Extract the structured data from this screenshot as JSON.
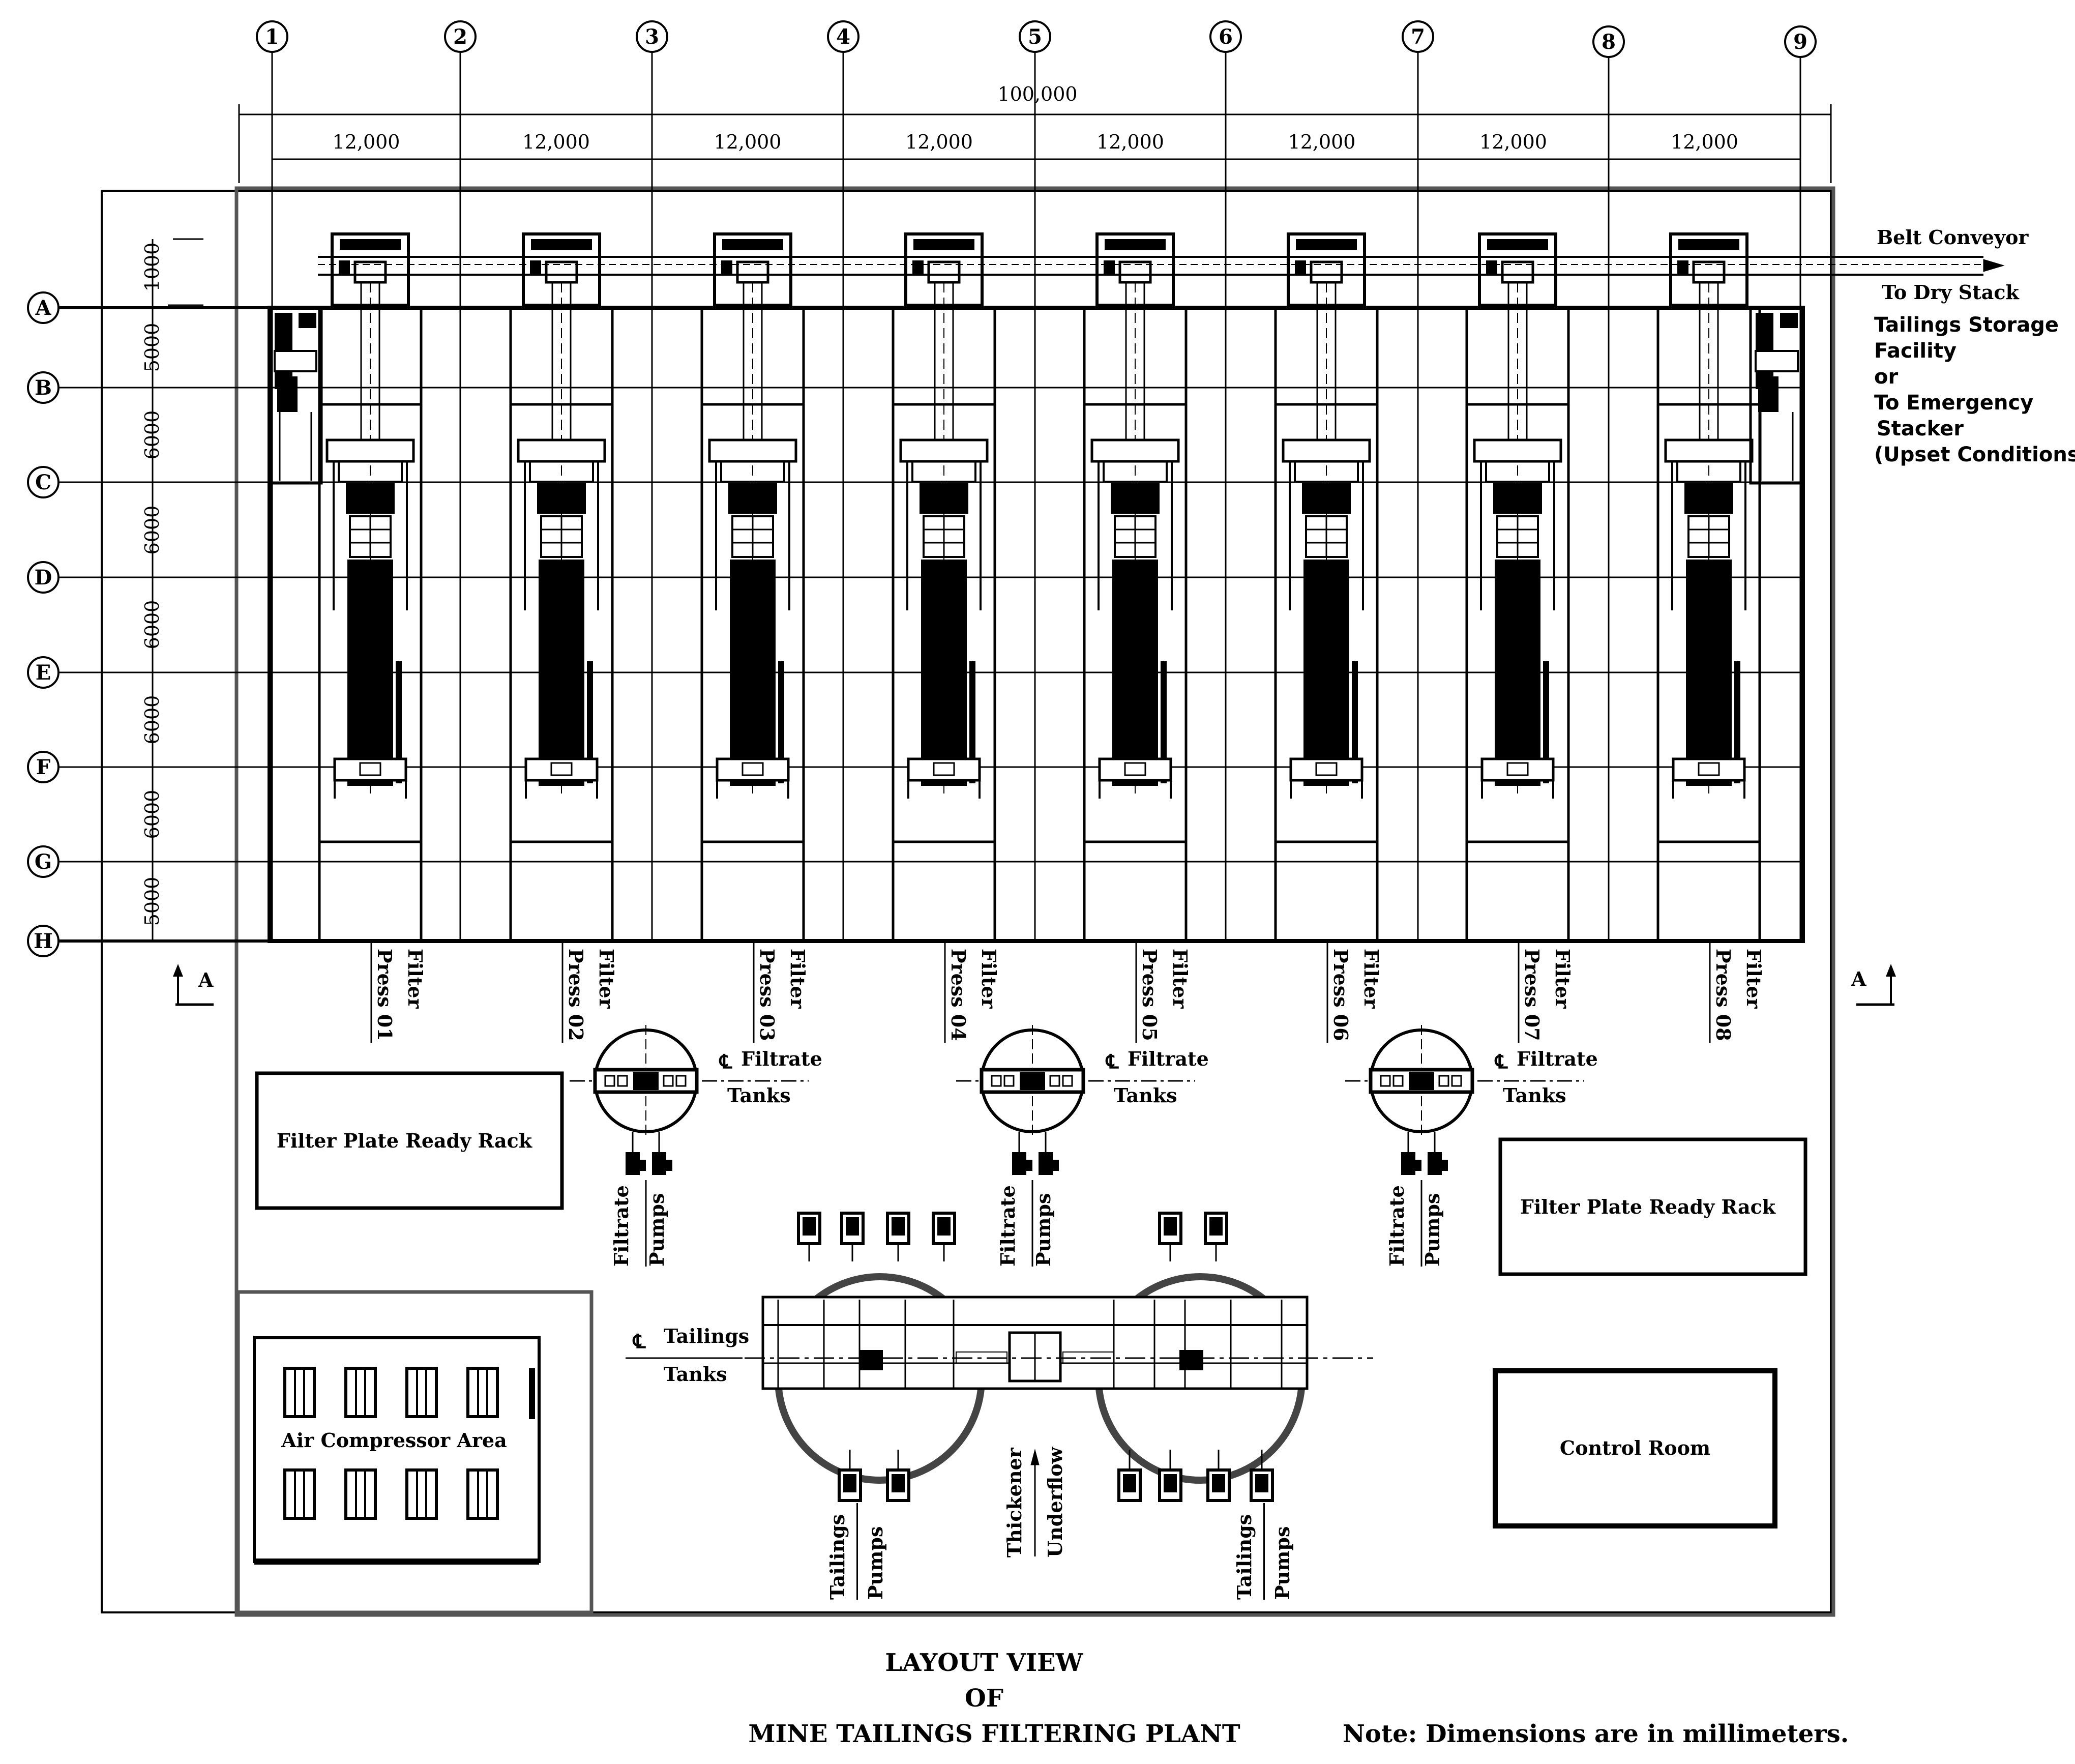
{
  "grid": {
    "columns": [
      "1",
      "2",
      "3",
      "4",
      "5",
      "6",
      "7",
      "8",
      "9"
    ],
    "rows": [
      "A",
      "B",
      "C",
      "D",
      "E",
      "F",
      "G",
      "H"
    ]
  },
  "dimensions": {
    "overall": "100,000",
    "bays": [
      "12,000",
      "12,000",
      "12,000",
      "12,000",
      "12,000",
      "12,000",
      "12,000",
      "12,000"
    ],
    "rows": [
      "1000",
      "5000",
      "6000",
      "6000",
      "6000",
      "6000",
      "6000",
      "5000"
    ]
  },
  "filter_presses": [
    {
      "line1": "Filter",
      "line2": "Press 01"
    },
    {
      "line1": "Filter",
      "line2": "Press 02"
    },
    {
      "line1": "Filter",
      "line2": "Press 03"
    },
    {
      "line1": "Filter",
      "line2": "Press 04"
    },
    {
      "line1": "Filter",
      "line2": "Press 05"
    },
    {
      "line1": "Filter",
      "line2": "Press 06"
    },
    {
      "line1": "Filter",
      "line2": "Press 07"
    },
    {
      "line1": "Filter",
      "line2": "Press 08"
    }
  ],
  "conveyor": {
    "line1": "Belt Conveyor",
    "line2": "To Dry Stack",
    "line3": "Tailings Storage",
    "line4": "Facility",
    "line5": "or",
    "line6": "To Emergency",
    "line7": "Stacker",
    "line8": "(Upset Conditions)"
  },
  "section_marker": "A",
  "centerline_symbol": "℄",
  "filtrate_tanks": {
    "line1": "Filtrate",
    "line2": "Tanks"
  },
  "filtrate_pumps": {
    "line1": "Filtrate",
    "line2": "Pumps"
  },
  "tailings_tanks": {
    "line1": "Tailings",
    "line2": "Tanks"
  },
  "tailings_pumps": {
    "line1": "Tailings",
    "line2": "Pumps"
  },
  "thickener_underflow": {
    "line1": "Thickener",
    "line2": "Underflow"
  },
  "areas": {
    "filter_plate_rack": "Filter Plate Ready Rack",
    "air_compressor": "Air Compressor Area",
    "control_room": "Control Room"
  },
  "title": {
    "line1": "LAYOUT VIEW",
    "line2": "OF",
    "line3": "MINE TAILINGS FILTERING PLANT"
  },
  "note": "Note: Dimensions are in millimeters."
}
